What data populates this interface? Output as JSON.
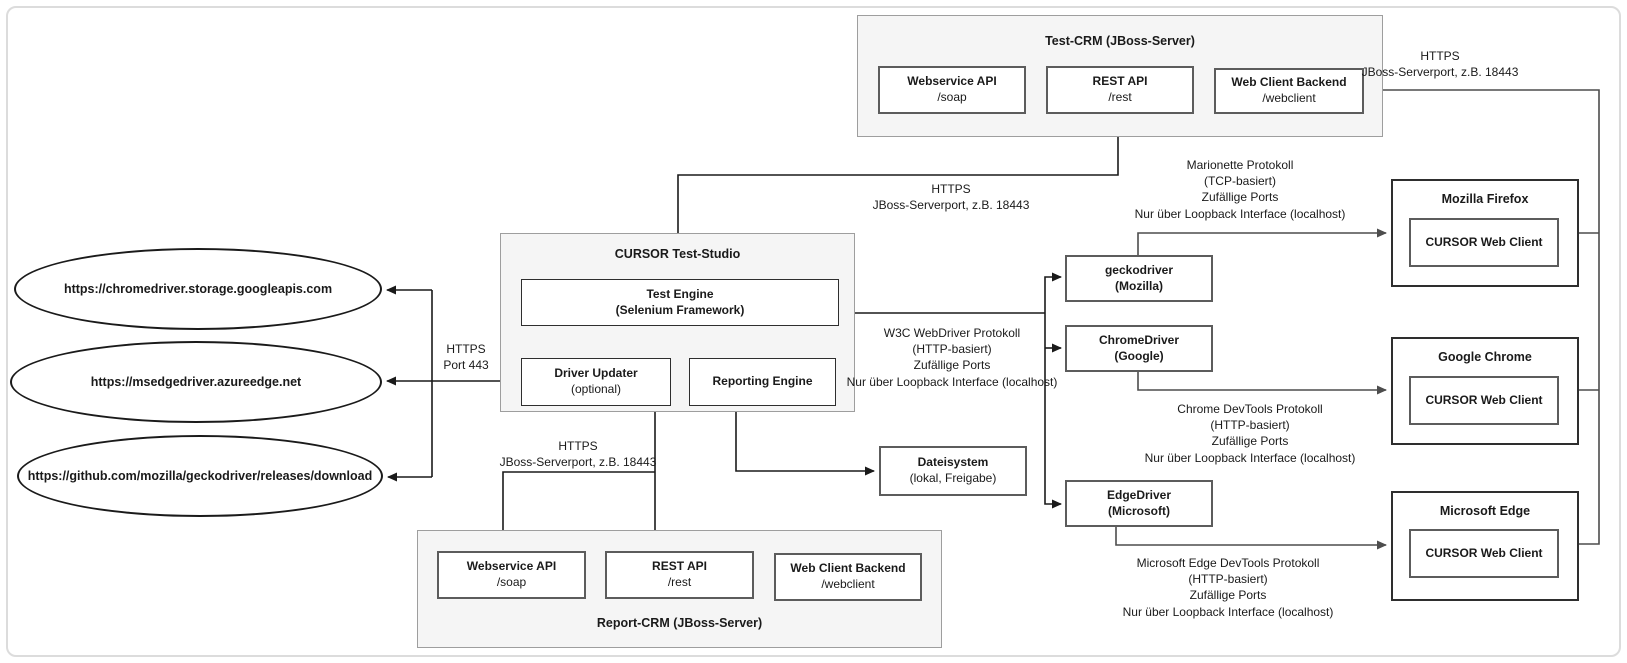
{
  "ellipses": [
    {
      "label": "https://chromedriver.storage.googleapis.com"
    },
    {
      "label": "https://msedgedriver.azureedge.net"
    },
    {
      "label": "https://github.com/mozilla/geckodriver/releases/download"
    }
  ],
  "test_crm": {
    "title": "Test-CRM (JBoss-Server)",
    "services": [
      {
        "name": "Webservice API",
        "path": "/soap"
      },
      {
        "name": "REST API",
        "path": "/rest"
      },
      {
        "name": "Web Client Backend",
        "path": "/webclient"
      }
    ]
  },
  "studio": {
    "title": "CURSOR Test-Studio",
    "test_engine": {
      "name": "Test Engine",
      "sub": "(Selenium Framework)"
    },
    "driver_updater": {
      "name": "Driver Updater",
      "sub": "(optional)"
    },
    "reporting_engine": {
      "name": "Reporting Engine"
    }
  },
  "report_crm": {
    "title": "Report-CRM (JBoss-Server)",
    "services": [
      {
        "name": "Webservice API",
        "path": "/soap"
      },
      {
        "name": "REST API",
        "path": "/rest"
      },
      {
        "name": "Web Client Backend",
        "path": "/webclient"
      }
    ]
  },
  "filesystem": {
    "name": "Dateisystem",
    "sub": "(lokal, Freigabe)"
  },
  "drivers": [
    {
      "name": "geckodriver",
      "sub": "(Mozilla)"
    },
    {
      "name": "ChromeDriver",
      "sub": "(Google)"
    },
    {
      "name": "EdgeDriver",
      "sub": "(Microsoft)"
    }
  ],
  "browsers": [
    {
      "name": "Mozilla Firefox",
      "client": "CURSOR Web Client"
    },
    {
      "name": "Google Chrome",
      "client": "CURSOR Web Client"
    },
    {
      "name": "Microsoft Edge",
      "client": "CURSOR Web Client"
    }
  ],
  "annotations": {
    "port443": "HTTPS\nPort 443",
    "https_mid": "HTTPS\nJBoss-Serverport, z.B. 18443",
    "https_bottom": "HTTPS\nJBoss-Serverport, z.B. 18443",
    "https_top_right": "HTTPS\nJBoss-Serverport, z.B. 18443",
    "marionette": "Marionette Protokoll\n(TCP-basiert)\nZufällige Ports\nNur über Loopback Interface (localhost)",
    "w3c": "W3C WebDriver Protokoll\n(HTTP-basiert)\nZufällige Ports\nNur über Loopback Interface (localhost)",
    "chrome_devtools": "Chrome DevTools Protokoll\n(HTTP-basiert)\nZufällige Ports\nNur über Loopback Interface (localhost)",
    "edge_devtools": "Microsoft Edge DevTools Protokoll\n(HTTP-basiert)\nZufällige Ports\nNur über Loopback Interface (localhost)"
  },
  "colors": {
    "line_black": "#1a1a1a",
    "line_gray": "#4d4d4d",
    "group_fill": "#f5f5f5",
    "group_border": "#9e9e9e",
    "node_border": "#5c5c5c"
  }
}
